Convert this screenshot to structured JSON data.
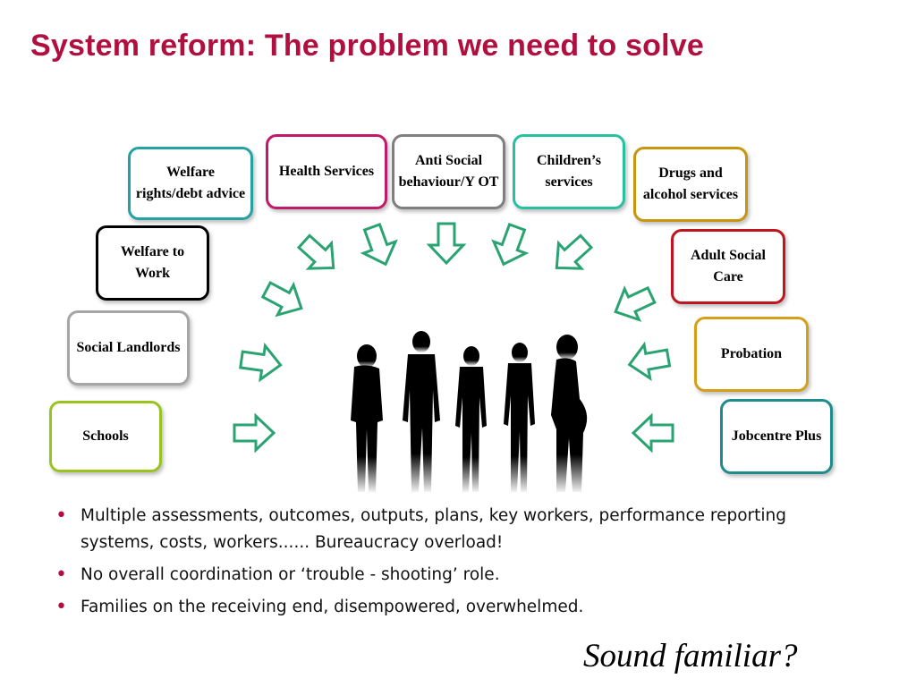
{
  "title": "System reform: The problem we need to solve",
  "services": [
    {
      "id": "schools",
      "label": "Schools",
      "color": "#9bc31f"
    },
    {
      "id": "social-landlords",
      "label": "Social Landlords",
      "color": "#a6a6a6"
    },
    {
      "id": "welfare-to-work",
      "label": "Welfare to Work",
      "color": "#000000"
    },
    {
      "id": "welfare-rights",
      "label": "Welfare rights/debt advice",
      "color": "#26a1a1"
    },
    {
      "id": "health-services",
      "label": "Health Services",
      "color": "#c21a6b"
    },
    {
      "id": "anti-social",
      "label": "Anti Social behaviour/Y OT",
      "color": "#7f7f7f"
    },
    {
      "id": "childrens-services",
      "label": "Children’s services",
      "color": "#26c1a1"
    },
    {
      "id": "drugs-alcohol",
      "label": "Drugs and alcohol services",
      "color": "#c8960c"
    },
    {
      "id": "adult-social-care",
      "label": "Adult Social Care",
      "color": "#c0141e"
    },
    {
      "id": "probation",
      "label": "Probation",
      "color": "#d3a017"
    },
    {
      "id": "jobcentre-plus",
      "label": "Jobcentre Plus",
      "color": "#1e8c8c"
    }
  ],
  "arrow_color": "#2aa373",
  "bullets": [
    "Multiple assessments, outcomes, outputs, plans, key workers, performance reporting systems, costs, workers...... Bureaucracy overload!",
    "No overall coordination or ‘trouble - shooting’ role.",
    "Families on the receiving end, disempowered, overwhelmed."
  ],
  "footer": "Sound familiar?"
}
